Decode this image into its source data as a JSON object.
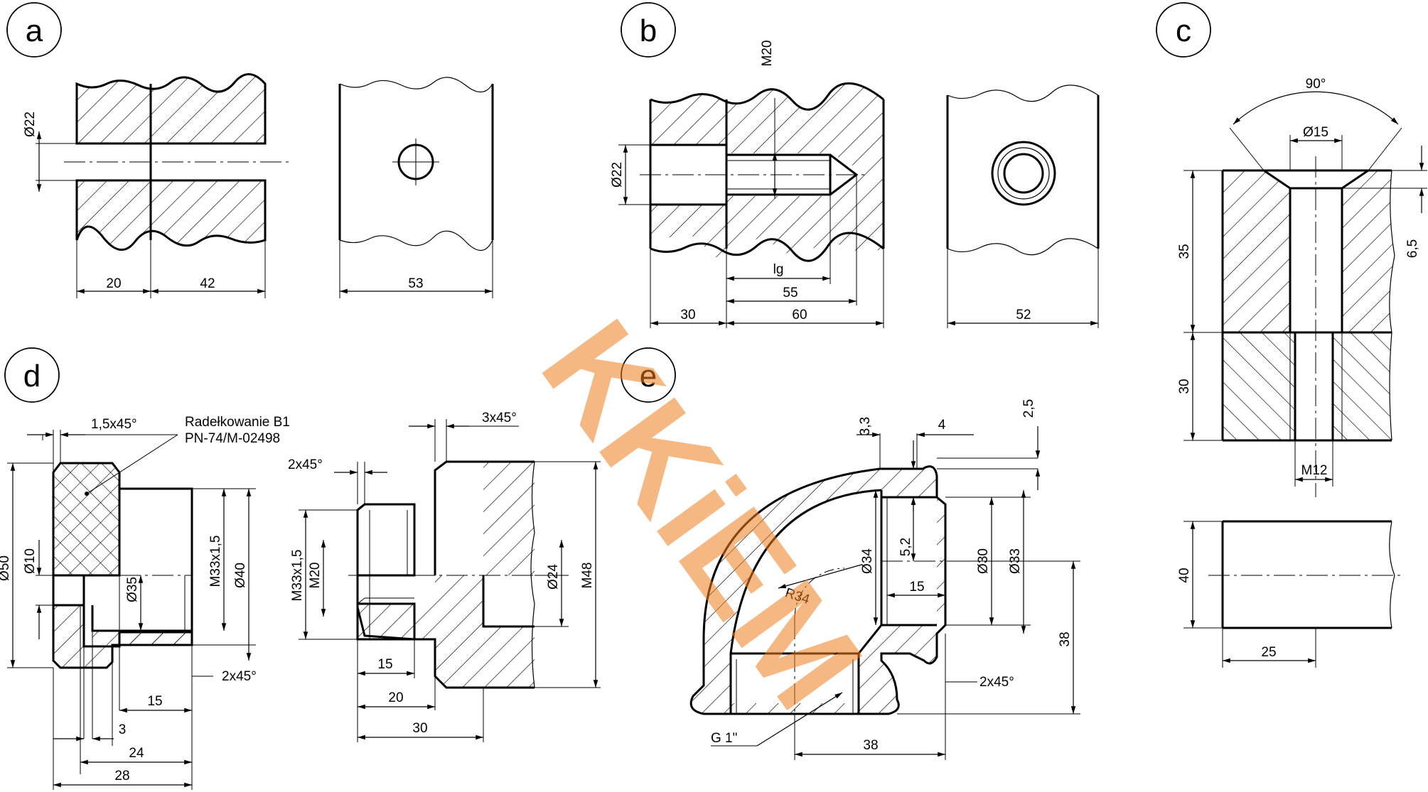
{
  "panels": {
    "a": {
      "label": "a",
      "dims": [
        "Ø22",
        "20",
        "42",
        "53"
      ]
    },
    "b": {
      "label": "b",
      "dims": [
        "M20",
        "Ø22",
        "lg",
        "55",
        "30",
        "60",
        "52"
      ]
    },
    "c": {
      "label": "c",
      "dims": [
        "90°",
        "Ø15",
        "35",
        "30",
        "6,5",
        "M12",
        "40",
        "25"
      ]
    },
    "d": {
      "label": "d",
      "dims": [
        "1,5x45°",
        "Ø50",
        "Ø10",
        "Ø35",
        "M33x1,5",
        "Ø40",
        "2x45°",
        "15",
        "3",
        "24",
        "28",
        "3x45°",
        "2x45°",
        "M33x1,5",
        "M20",
        "Ø24",
        "M48",
        "15",
        "20",
        "30"
      ],
      "note": [
        "Radełkowanie B1",
        "PN-74/M-02498"
      ]
    },
    "e": {
      "label": "e",
      "dims": [
        "3,3",
        "4",
        "2,5",
        "5,2",
        "Ø34",
        "Ø30",
        "Ø33",
        "15",
        "R34",
        "38",
        "2x45°",
        "G 1\"",
        "38"
      ]
    }
  },
  "watermark": {
    "text": "KKiEM",
    "color": "#f07f1f"
  }
}
